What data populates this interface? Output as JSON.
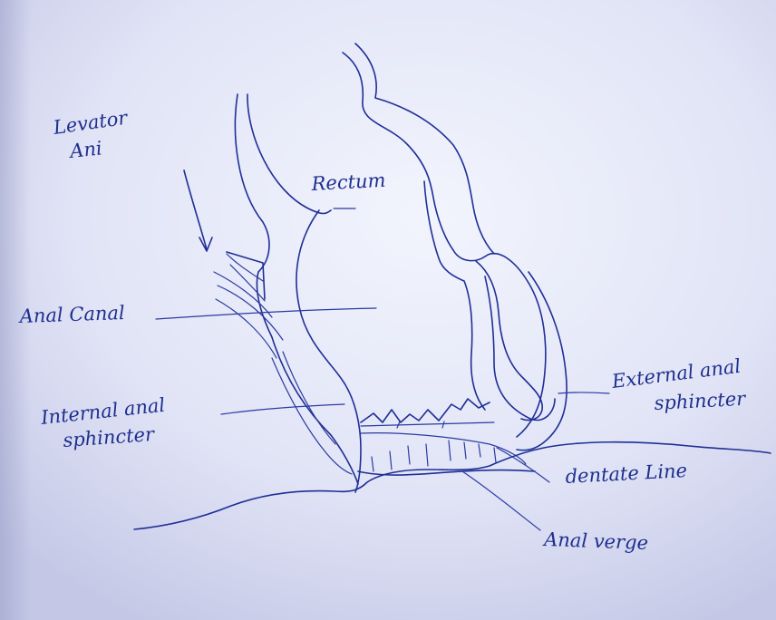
{
  "colors": {
    "ink": "#1f2f96",
    "paper_light": "#eef0fb",
    "paper_mid": "#d9dcf1",
    "paper_edge": "#b9bde0"
  },
  "labels": {
    "levator_line1": "Levator",
    "levator_line2": "Ani",
    "rectum": "Rectum",
    "anal_canal": "Anal Canal",
    "internal_line1": "Internal anal",
    "internal_line2": "sphincter",
    "external_line1": "External anal",
    "external_line2": "sphincter",
    "dentate": "dentate Line",
    "anal_verge": "Anal verge"
  }
}
